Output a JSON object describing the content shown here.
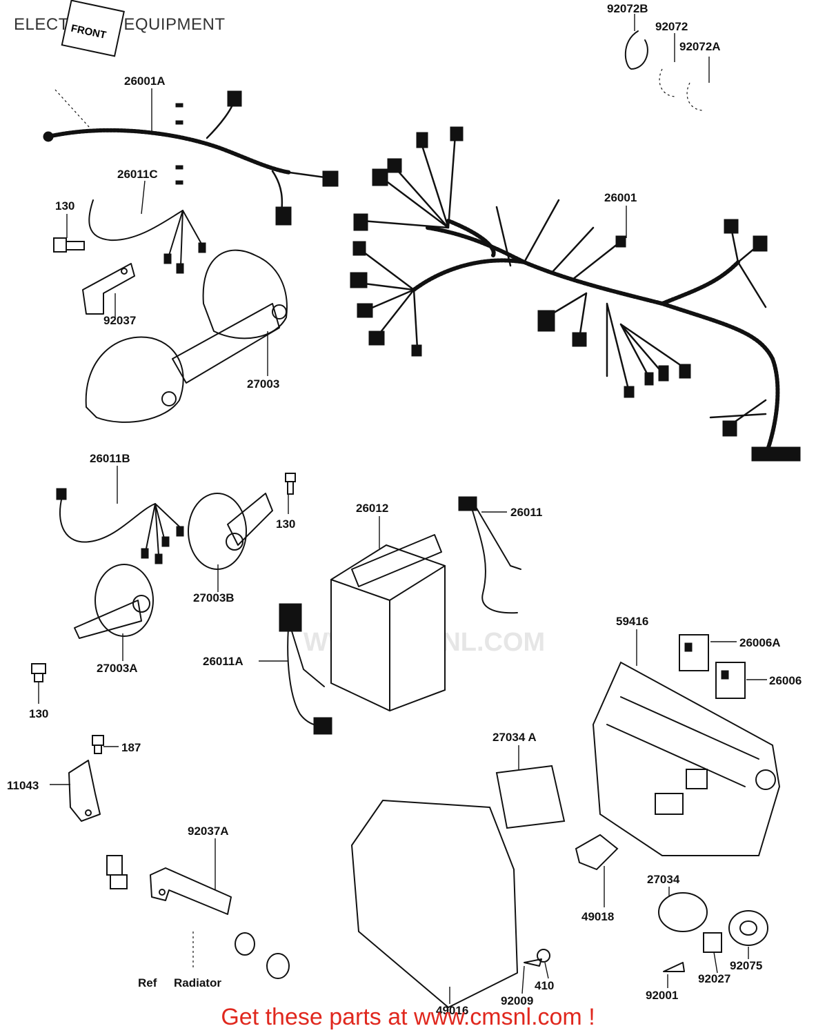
{
  "title": "ELECTRICAL EQUIPMENT",
  "footer": "Get these parts at www.cmsnl.com !",
  "watermark": "WWW.CMSNL.COM",
  "front_tag": "FRONT",
  "reference_labels": [
    "Ref",
    "Radiator"
  ],
  "colors": {
    "footer": "#e0281e",
    "line": "#111111",
    "watermark": "#e6e6e6"
  },
  "parts": [
    {
      "number": "92072B"
    },
    {
      "number": "92072"
    },
    {
      "number": "92072A"
    },
    {
      "number": "26001A"
    },
    {
      "number": "26011C"
    },
    {
      "number": "130"
    },
    {
      "number": "92037"
    },
    {
      "number": "27003"
    },
    {
      "number": "26001"
    },
    {
      "number": "26011B"
    },
    {
      "number": "130"
    },
    {
      "number": "26012"
    },
    {
      "number": "26011"
    },
    {
      "number": "27003B"
    },
    {
      "number": "27003A"
    },
    {
      "number": "59416"
    },
    {
      "number": "26006A"
    },
    {
      "number": "26006"
    },
    {
      "number": "26011A"
    },
    {
      "number": "130"
    },
    {
      "number": "187"
    },
    {
      "number": "27034 A"
    },
    {
      "number": "11043"
    },
    {
      "number": "92037A"
    },
    {
      "number": "27034"
    },
    {
      "number": "49018"
    },
    {
      "number": "410"
    },
    {
      "number": "92075"
    },
    {
      "number": "92027"
    },
    {
      "number": "92009"
    },
    {
      "number": "49016"
    },
    {
      "number": "92001"
    }
  ]
}
